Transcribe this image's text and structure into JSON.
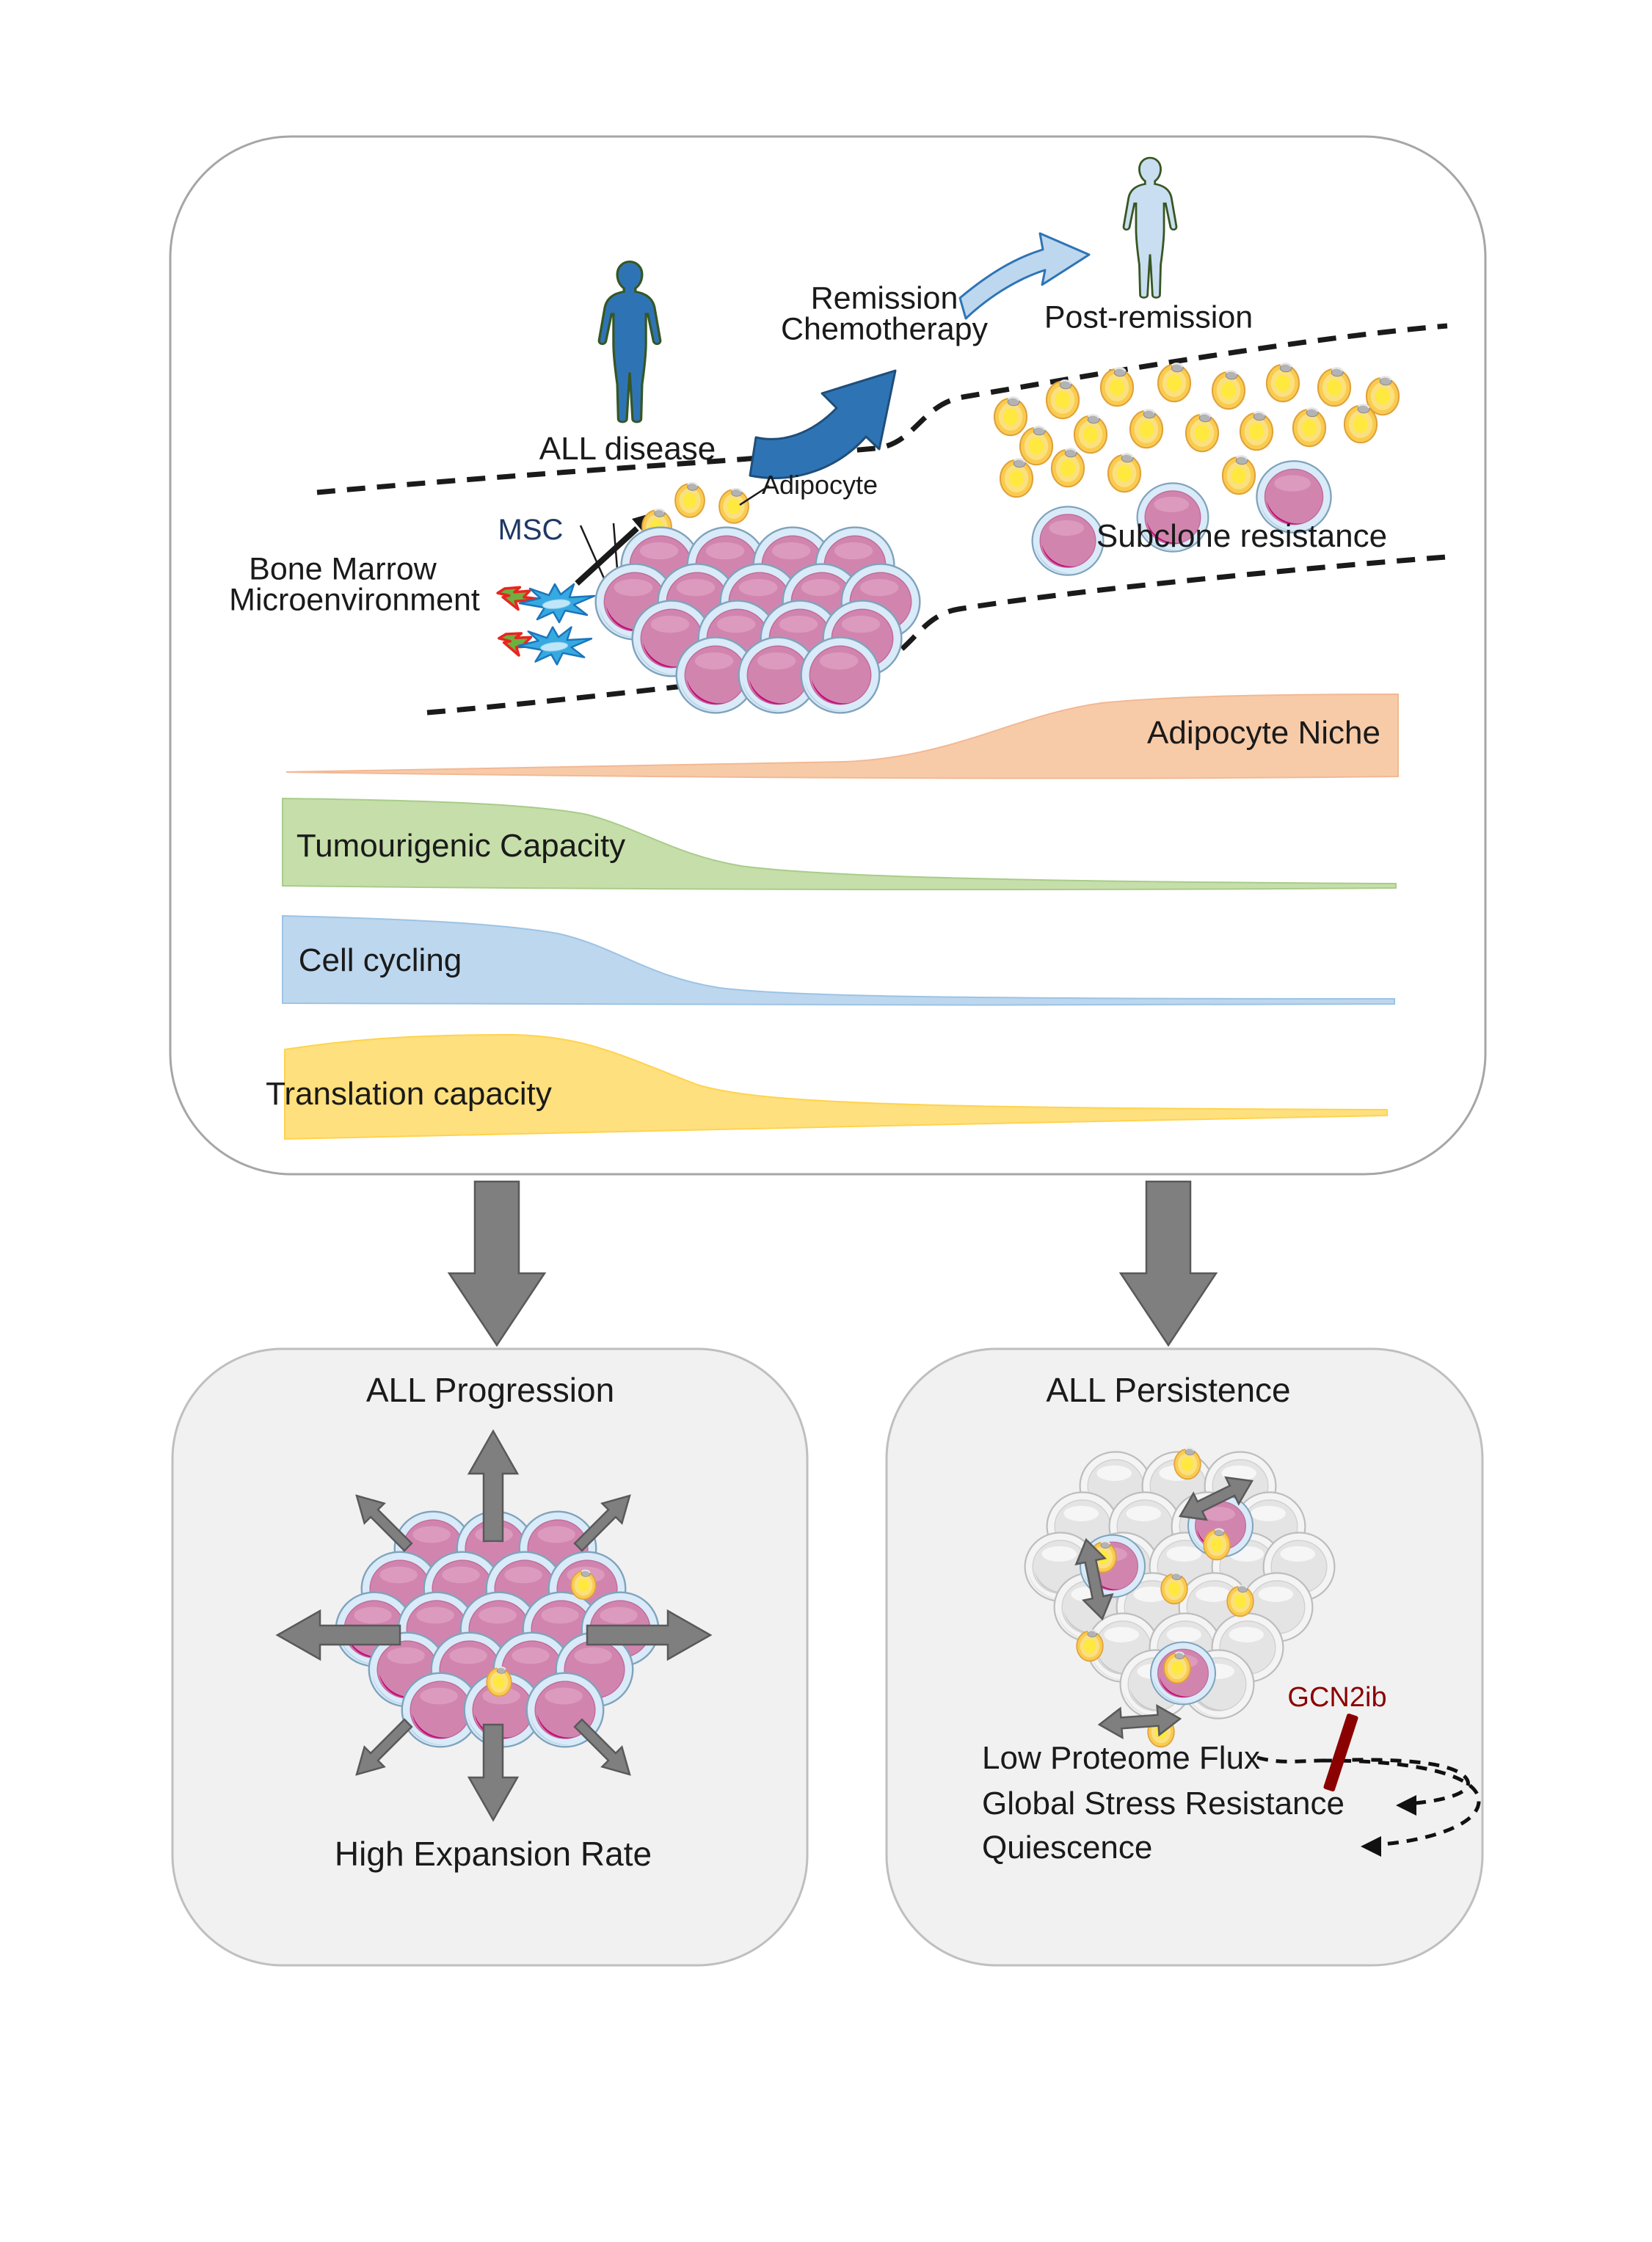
{
  "top_panel": {
    "all_disease": "ALL disease",
    "remission_line1": "Remission",
    "remission_line2": "Chemotherapy",
    "post_remission": "Post-remission",
    "bone_marrow_line1": "Bone Marrow",
    "bone_marrow_line2": "Microenvironment",
    "msc": "MSC",
    "adipocyte": "Adipocyte",
    "subclone_resistance": "Subclone resistance"
  },
  "bands": {
    "adipocyte_niche": {
      "label": "Adipocyte Niche",
      "color": "#F8CBA8",
      "trend": "rises after remission",
      "values": [
        0.08,
        0.08,
        0.1,
        0.2,
        0.8,
        1.0,
        1.0
      ]
    },
    "tumourigenic_capacity": {
      "label": "Tumourigenic Capacity",
      "color": "#C6DEA9",
      "trend": "falls after remission",
      "values": [
        1.0,
        0.95,
        0.85,
        0.4,
        0.15,
        0.08,
        0.05
      ]
    },
    "cell_cycling": {
      "label": "Cell cycling",
      "color": "#BDD7EE",
      "trend": "falls after remission",
      "values": [
        1.0,
        0.95,
        0.8,
        0.35,
        0.12,
        0.06,
        0.04
      ]
    },
    "translation_capacity": {
      "label": "Translation capacity",
      "color": "#FFE07E",
      "trend": "falls after remission",
      "values": [
        0.95,
        1.0,
        0.95,
        0.4,
        0.12,
        0.07,
        0.05
      ]
    }
  },
  "outcome_left": {
    "title": "ALL Progression",
    "caption": "High Expansion Rate"
  },
  "outcome_right": {
    "title": "ALL Persistence",
    "inhibitor": "GCN2ib",
    "features": [
      "Low Proteome Flux",
      "Global Stress Resistance",
      "Quiescence"
    ]
  },
  "colors": {
    "accent_dark_blue": "#2E74B5",
    "accent_light_blue": "#BDD7EE",
    "human_outline_green": "#375623",
    "msc_text": "#1F3864",
    "msc_cell": "#36A9E1",
    "bolt_green": "#6FAF3F",
    "bolt_red": "#E8251F",
    "dashed_line": "#1A1A1A",
    "arrow_grey": "#7F7F7F",
    "panel_fill": "#F1F1F1",
    "panel_border": "#BFBFBF",
    "leukemia_cell_pink": "#D185AE",
    "leukemia_cell_magenta": "#C30D78",
    "cell_rim_blue": "#D9EAF8",
    "dormant_cell_grey": "#E4E4E4",
    "adipocyte_yellow": "#FACB4F",
    "inhibitor_dark_red": "#8B0000"
  }
}
